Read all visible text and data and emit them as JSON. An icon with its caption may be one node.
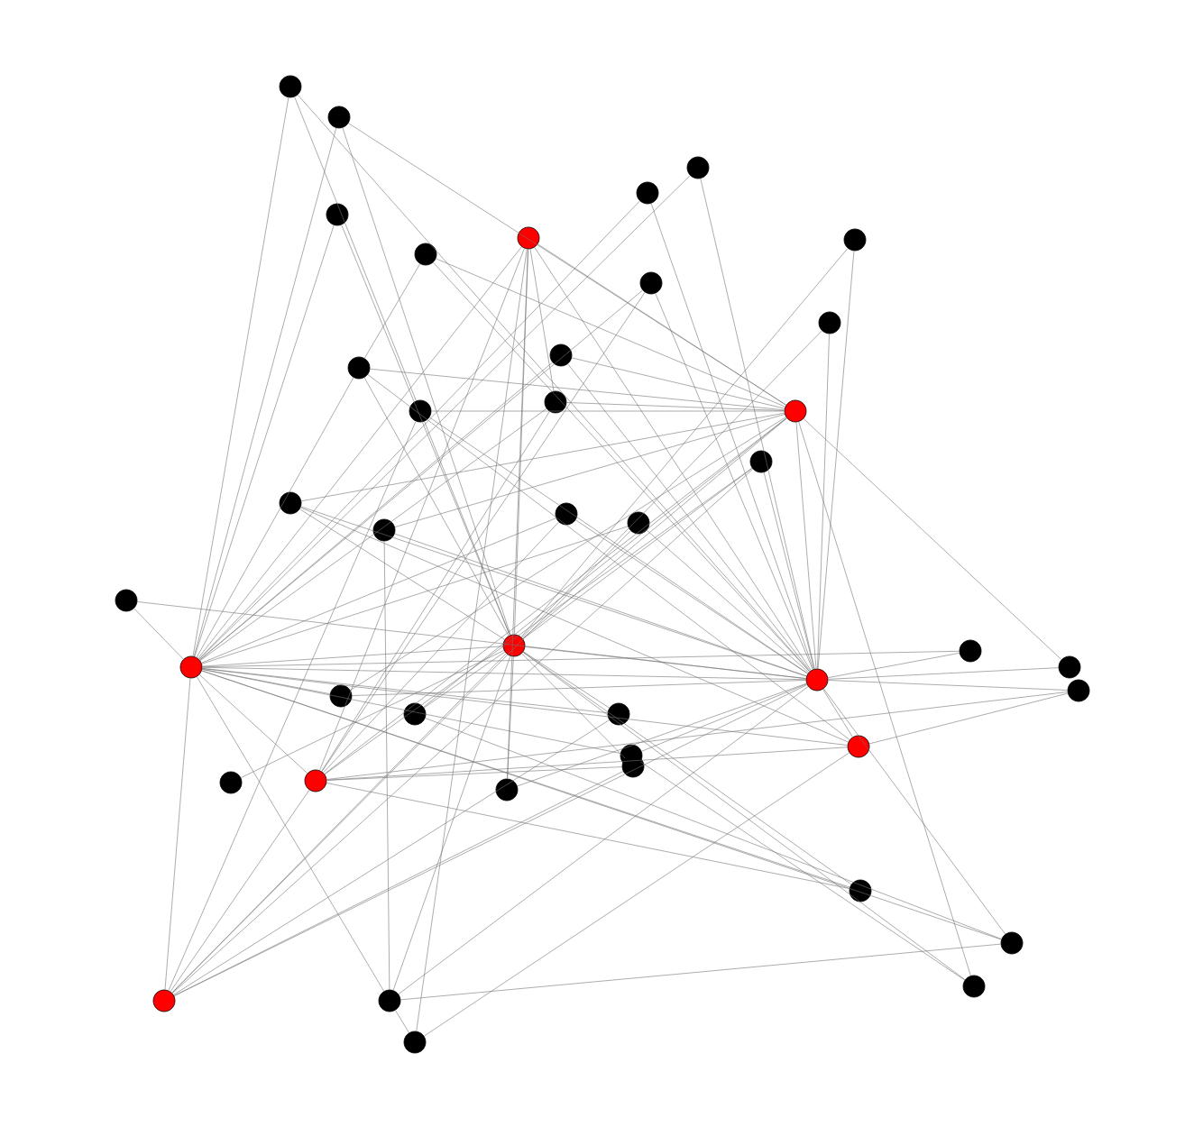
{
  "diagram": {
    "nodes": [
      {
        "text": [],
        "shape": "circle"
      },
      {
        "text": [],
        "shape": "circle"
      },
      {
        "text": [],
        "shape": "circle"
      },
      {
        "text": [],
        "shape": "circle"
      },
      {
        "text": [],
        "shape": "circle"
      },
      {
        "text": [],
        "shape": "circle"
      },
      {
        "text": [],
        "shape": "circle"
      },
      {
        "text": [],
        "shape": "circle"
      },
      {
        "text": [],
        "shape": "circle"
      },
      {
        "text": [],
        "shape": "circle"
      },
      {
        "text": [],
        "shape": "circle"
      },
      {
        "text": [],
        "shape": "circle"
      },
      {
        "text": [],
        "shape": "circle"
      },
      {
        "text": [],
        "shape": "circle"
      },
      {
        "text": [],
        "shape": "circle"
      },
      {
        "text": [],
        "shape": "circle"
      },
      {
        "text": [],
        "shape": "circle"
      },
      {
        "text": [],
        "shape": "circle"
      },
      {
        "text": [],
        "shape": "circle"
      },
      {
        "text": [],
        "shape": "circle"
      },
      {
        "text": [],
        "shape": "circle"
      },
      {
        "text": [],
        "shape": "circle"
      },
      {
        "text": [],
        "shape": "circle"
      },
      {
        "text": [],
        "shape": "circle"
      },
      {
        "text": [],
        "shape": "circle"
      },
      {
        "text": [],
        "shape": "circle"
      },
      {
        "text": [],
        "shape": "circle"
      },
      {
        "text": [],
        "shape": "circle"
      },
      {
        "text": [],
        "shape": "circle"
      },
      {
        "text": [],
        "shape": "circle"
      },
      {
        "text": [],
        "shape": "circle"
      },
      {
        "text": [],
        "shape": "circle"
      },
      {
        "text": [],
        "shape": "circle"
      },
      {
        "text": [],
        "shape": "circle"
      },
      {
        "text": [],
        "shape": "circle"
      },
      {
        "text": [],
        "shape": "circle"
      },
      {
        "text": [],
        "shape": "circle"
      },
      {
        "text": [],
        "shape": "circle"
      },
      {
        "text": [],
        "shape": "circle"
      },
      {
        "text": [],
        "shape": "circle"
      },
      {
        "text": [],
        "shape": "circle"
      },
      {
        "text": [],
        "shape": "circle"
      }
    ],
    "edges": [
      {
        "from": 0,
        "to": 22,
        "arrow": "none"
      },
      {
        "from": 0,
        "to": 13,
        "arrow": "none"
      },
      {
        "from": 0,
        "to": 26,
        "arrow": "none"
      },
      {
        "from": 1,
        "to": 22,
        "arrow": "none"
      },
      {
        "from": 1,
        "to": 14,
        "arrow": "none"
      },
      {
        "from": 1,
        "to": 21,
        "arrow": "none"
      },
      {
        "from": 2,
        "to": 22,
        "arrow": "none"
      },
      {
        "from": 2,
        "to": 26,
        "arrow": "none"
      },
      {
        "from": 3,
        "to": 26,
        "arrow": "none"
      },
      {
        "from": 3,
        "to": 22,
        "arrow": "none"
      },
      {
        "from": 4,
        "to": 22,
        "arrow": "none"
      },
      {
        "from": 4,
        "to": 21,
        "arrow": "none"
      },
      {
        "from": 5,
        "to": 14,
        "arrow": "none"
      },
      {
        "from": 5,
        "to": 11,
        "arrow": "none"
      },
      {
        "from": 5,
        "to": 26,
        "arrow": "none"
      },
      {
        "from": 6,
        "to": 22,
        "arrow": "none"
      },
      {
        "from": 6,
        "to": 21,
        "arrow": "none"
      },
      {
        "from": 6,
        "to": 26,
        "arrow": "none"
      },
      {
        "from": 6,
        "to": 14,
        "arrow": "none"
      },
      {
        "from": 6,
        "to": 12,
        "arrow": "none"
      },
      {
        "from": 6,
        "to": 34,
        "arrow": "none"
      },
      {
        "from": 6,
        "to": 35,
        "arrow": "none"
      },
      {
        "from": 7,
        "to": 26,
        "arrow": "none"
      },
      {
        "from": 7,
        "to": 21,
        "arrow": "none"
      },
      {
        "from": 8,
        "to": 22,
        "arrow": "none"
      },
      {
        "from": 8,
        "to": 26,
        "arrow": "none"
      },
      {
        "from": 8,
        "to": 34,
        "arrow": "none"
      },
      {
        "from": 9,
        "to": 26,
        "arrow": "none"
      },
      {
        "from": 9,
        "to": 21,
        "arrow": "none"
      },
      {
        "from": 10,
        "to": 22,
        "arrow": "none"
      },
      {
        "from": 10,
        "to": 26,
        "arrow": "none"
      },
      {
        "from": 10,
        "to": 14,
        "arrow": "none"
      },
      {
        "from": 11,
        "to": 14,
        "arrow": "none"
      },
      {
        "from": 11,
        "to": 22,
        "arrow": "none"
      },
      {
        "from": 11,
        "to": 21,
        "arrow": "none"
      },
      {
        "from": 11,
        "to": 30,
        "arrow": "none"
      },
      {
        "from": 12,
        "to": 14,
        "arrow": "none"
      },
      {
        "from": 12,
        "to": 22,
        "arrow": "none"
      },
      {
        "from": 12,
        "to": 34,
        "arrow": "none"
      },
      {
        "from": 13,
        "to": 14,
        "arrow": "none"
      },
      {
        "from": 13,
        "to": 21,
        "arrow": "none"
      },
      {
        "from": 13,
        "to": 26,
        "arrow": "none"
      },
      {
        "from": 13,
        "to": 39,
        "arrow": "none"
      },
      {
        "from": 15,
        "to": 26,
        "arrow": "none"
      },
      {
        "from": 15,
        "to": 21,
        "arrow": "none"
      },
      {
        "from": 15,
        "to": 39,
        "arrow": "none"
      },
      {
        "from": 15,
        "to": 34,
        "arrow": "none"
      },
      {
        "from": 16,
        "to": 14,
        "arrow": "none"
      },
      {
        "from": 16,
        "to": 26,
        "arrow": "none"
      },
      {
        "from": 16,
        "to": 30,
        "arrow": "none"
      },
      {
        "from": 16,
        "to": 21,
        "arrow": "none"
      },
      {
        "from": 17,
        "to": 22,
        "arrow": "none"
      },
      {
        "from": 17,
        "to": 26,
        "arrow": "none"
      },
      {
        "from": 17,
        "to": 34,
        "arrow": "none"
      },
      {
        "from": 18,
        "to": 14,
        "arrow": "none"
      },
      {
        "from": 18,
        "to": 26,
        "arrow": "none"
      },
      {
        "from": 18,
        "to": 40,
        "arrow": "none"
      },
      {
        "from": 19,
        "to": 22,
        "arrow": "none"
      },
      {
        "from": 19,
        "to": 26,
        "arrow": "none"
      },
      {
        "from": 19,
        "to": 39,
        "arrow": "none"
      },
      {
        "from": 20,
        "to": 22,
        "arrow": "none"
      },
      {
        "from": 20,
        "to": 26,
        "arrow": "none"
      },
      {
        "from": 23,
        "to": 26,
        "arrow": "none"
      },
      {
        "from": 23,
        "to": 22,
        "arrow": "none"
      },
      {
        "from": 24,
        "to": 26,
        "arrow": "none"
      },
      {
        "from": 24,
        "to": 14,
        "arrow": "none"
      },
      {
        "from": 25,
        "to": 26,
        "arrow": "none"
      },
      {
        "from": 25,
        "to": 34,
        "arrow": "none"
      },
      {
        "from": 25,
        "to": 30,
        "arrow": "none"
      },
      {
        "from": 27,
        "to": 22,
        "arrow": "none"
      },
      {
        "from": 27,
        "to": 26,
        "arrow": "none"
      },
      {
        "from": 27,
        "to": 14,
        "arrow": "none"
      },
      {
        "from": 28,
        "to": 14,
        "arrow": "none"
      },
      {
        "from": 28,
        "to": 21,
        "arrow": "none"
      },
      {
        "from": 28,
        "to": 37,
        "arrow": "none"
      },
      {
        "from": 29,
        "to": 22,
        "arrow": "none"
      },
      {
        "from": 29,
        "to": 21,
        "arrow": "none"
      },
      {
        "from": 29,
        "to": 39,
        "arrow": "none"
      },
      {
        "from": 31,
        "to": 22,
        "arrow": "none"
      },
      {
        "from": 31,
        "to": 26,
        "arrow": "none"
      },
      {
        "from": 31,
        "to": 38,
        "arrow": "none"
      },
      {
        "from": 32,
        "to": 21,
        "arrow": "none"
      },
      {
        "from": 32,
        "to": 34,
        "arrow": "none"
      },
      {
        "from": 32,
        "to": 39,
        "arrow": "none"
      },
      {
        "from": 33,
        "to": 21,
        "arrow": "none"
      },
      {
        "from": 35,
        "to": 21,
        "arrow": "none"
      },
      {
        "from": 35,
        "to": 26,
        "arrow": "none"
      },
      {
        "from": 36,
        "to": 22,
        "arrow": "none"
      },
      {
        "from": 36,
        "to": 21,
        "arrow": "none"
      },
      {
        "from": 36,
        "to": 34,
        "arrow": "none"
      },
      {
        "from": 37,
        "to": 26,
        "arrow": "none"
      },
      {
        "from": 37,
        "to": 22,
        "arrow": "none"
      },
      {
        "from": 37,
        "to": 40,
        "arrow": "none"
      },
      {
        "from": 38,
        "to": 14,
        "arrow": "none"
      },
      {
        "from": 38,
        "to": 21,
        "arrow": "none"
      },
      {
        "from": 40,
        "to": 22,
        "arrow": "none"
      },
      {
        "from": 40,
        "to": 26,
        "arrow": "none"
      },
      {
        "from": 40,
        "to": 21,
        "arrow": "none"
      },
      {
        "from": 41,
        "to": 40,
        "arrow": "none"
      },
      {
        "from": 41,
        "to": 30,
        "arrow": "none"
      },
      {
        "from": 41,
        "to": 6,
        "arrow": "none"
      },
      {
        "from": 22,
        "to": 21,
        "arrow": "none"
      },
      {
        "from": 22,
        "to": 26,
        "arrow": "none"
      },
      {
        "from": 22,
        "to": 30,
        "arrow": "none"
      },
      {
        "from": 22,
        "to": 34,
        "arrow": "none"
      },
      {
        "from": 21,
        "to": 26,
        "arrow": "none"
      },
      {
        "from": 21,
        "to": 14,
        "arrow": "none"
      },
      {
        "from": 26,
        "to": 14,
        "arrow": "none"
      },
      {
        "from": 26,
        "to": 30,
        "arrow": "none"
      },
      {
        "from": 39,
        "to": 22,
        "arrow": "none"
      },
      {
        "from": 39,
        "to": 34,
        "arrow": "none"
      },
      {
        "from": 39,
        "to": 26,
        "arrow": "none"
      },
      {
        "from": 39,
        "to": 21,
        "arrow": "none"
      },
      {
        "from": 34,
        "to": 14,
        "arrow": "none"
      },
      {
        "from": 34,
        "to": 30,
        "arrow": "none"
      }
    ]
  }
}
